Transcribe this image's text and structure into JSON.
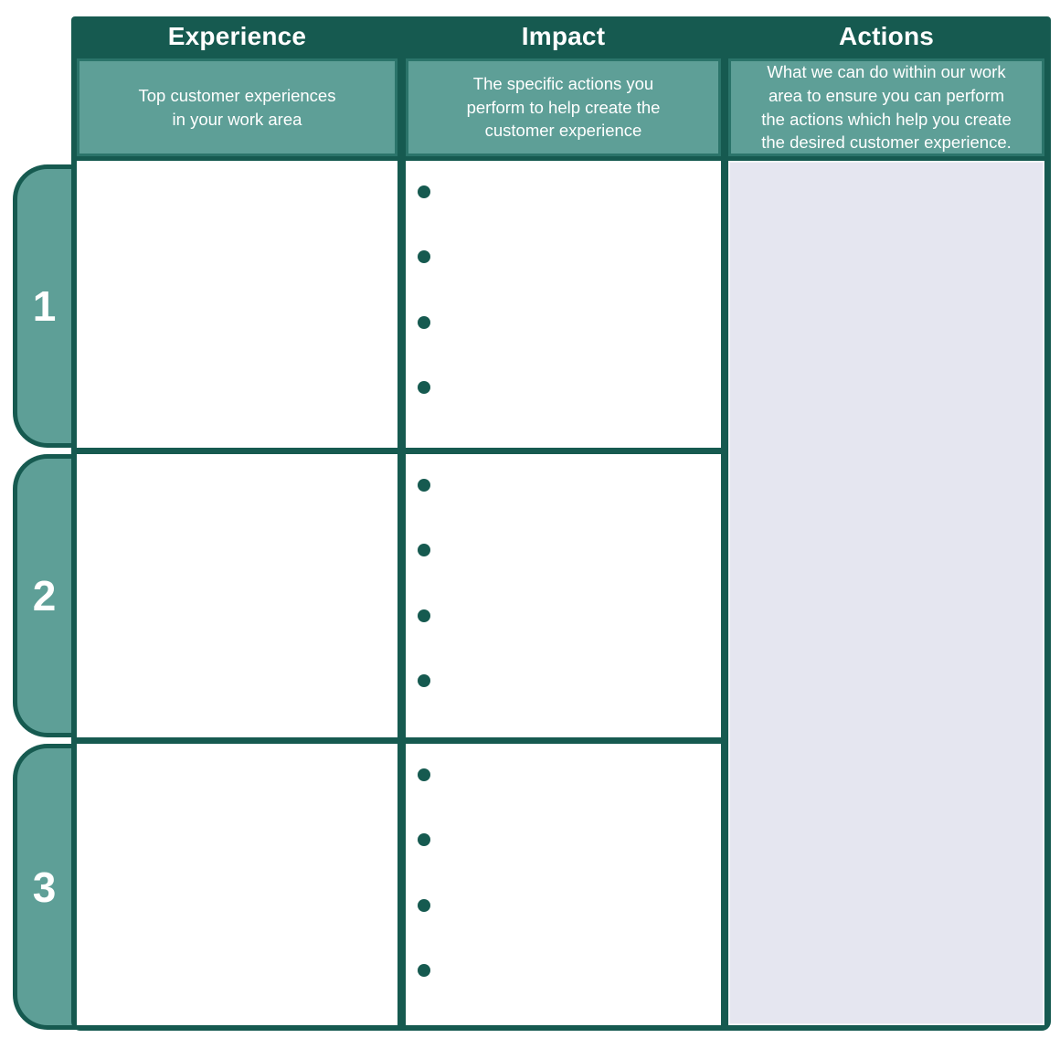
{
  "worksheet": {
    "columns": [
      {
        "label": "Experience",
        "description": "Top customer experiences\nin your work area"
      },
      {
        "label": "Impact",
        "description": "The specific actions you\nperform to help create the\ncustomer experience"
      },
      {
        "label": "Actions",
        "description": "What we can do within our work\narea to ensure you can perform\nthe actions which help you create\nthe desired customer experience."
      }
    ],
    "rows": [
      {
        "number": "1"
      },
      {
        "number": "2"
      },
      {
        "number": "3"
      }
    ],
    "impact_bullets_per_row": 4
  },
  "icons": {
    "bullet": "filled-circle-bullet"
  },
  "colors": {
    "dark_teal": "#165A50",
    "medium_teal": "#5E9F97",
    "lavender": "#E5E6F0",
    "subheader_border": "#2B746A",
    "text_on_teal": "#FFFFFF"
  }
}
